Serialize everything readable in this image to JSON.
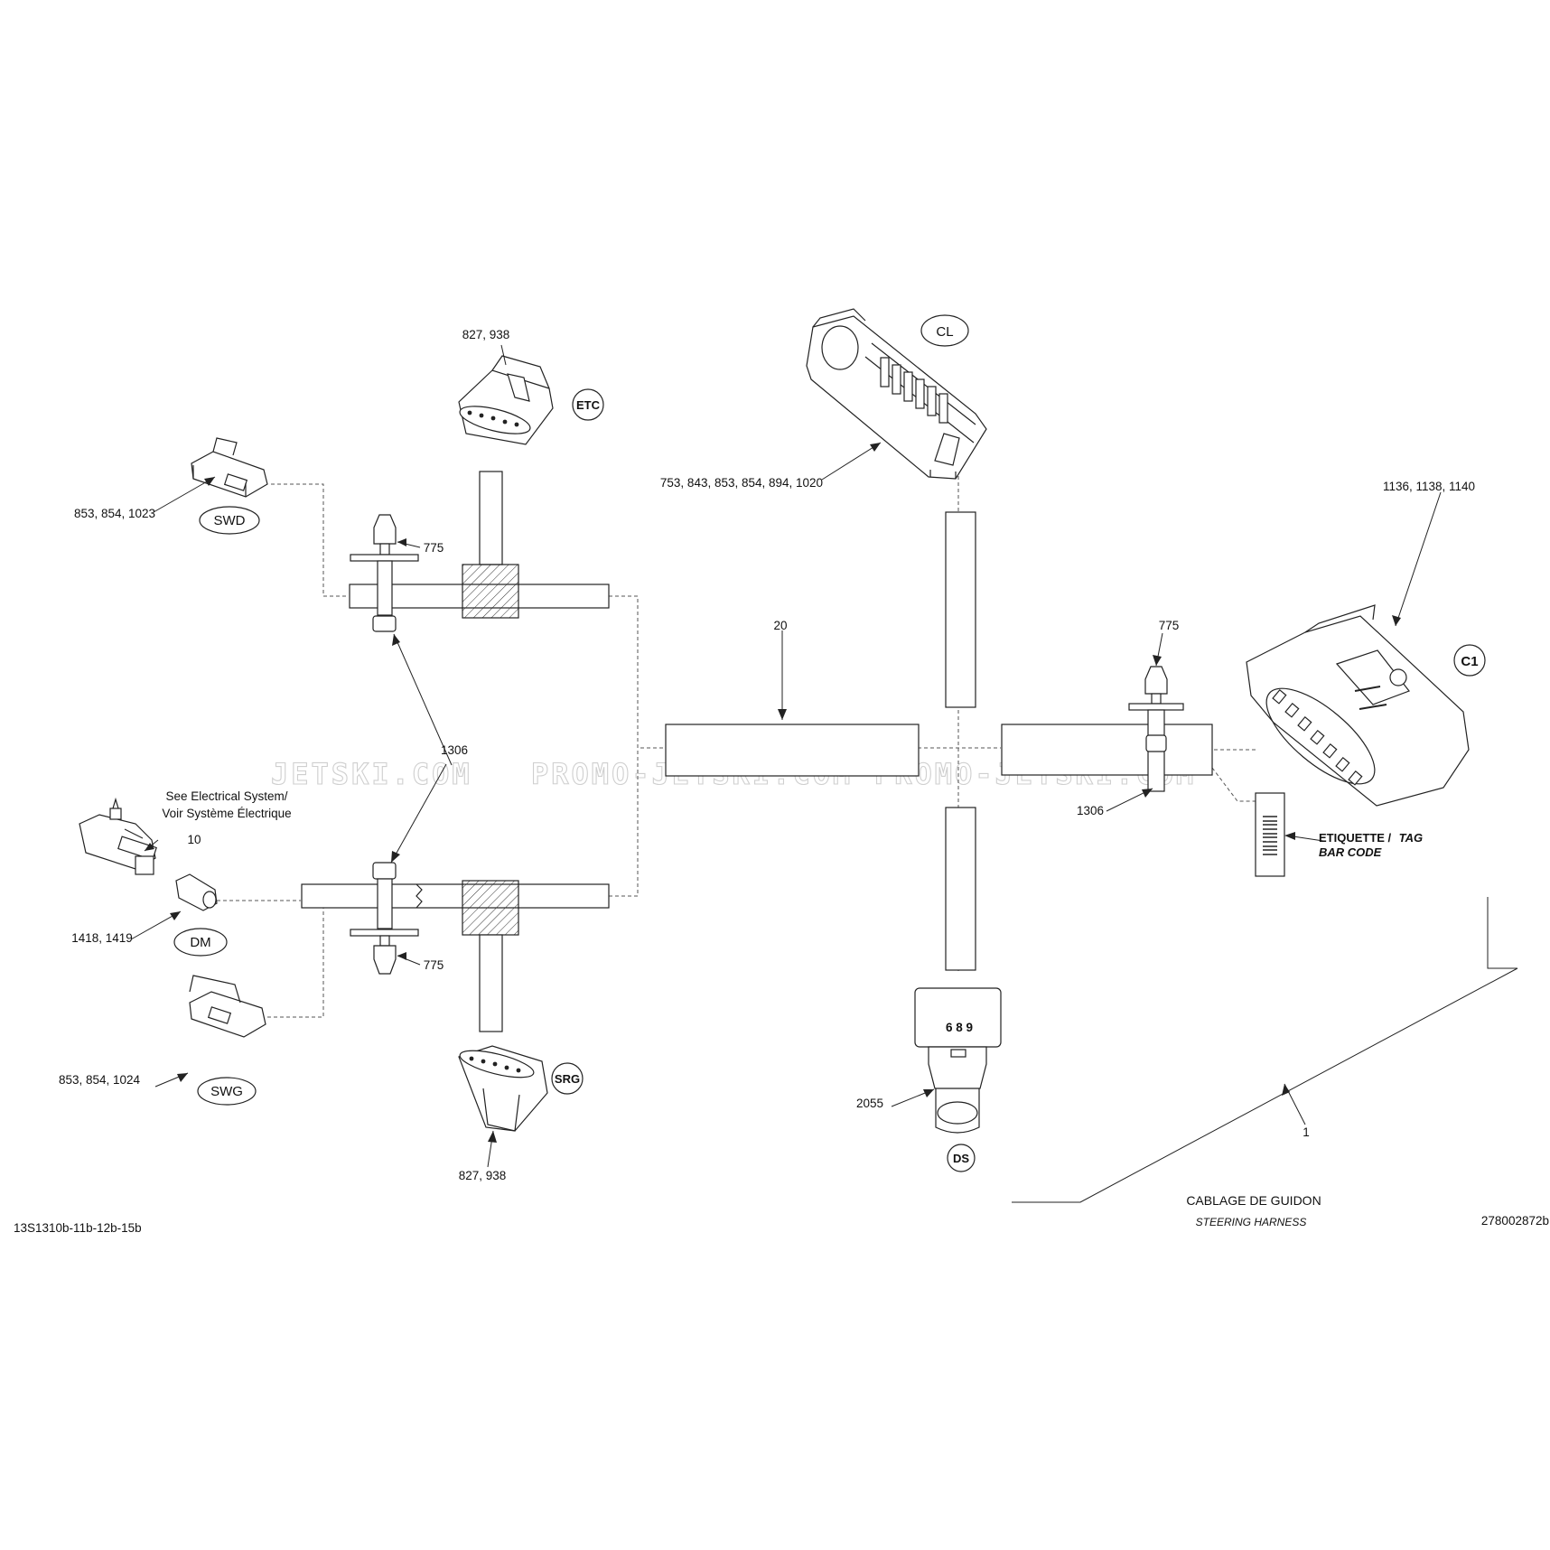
{
  "watermark": {
    "segments": [
      "JETSKI.COM",
      "PROMO-JETSKI.COM",
      "PROMO-JETSKI.COM"
    ]
  },
  "codes": {
    "swd": "SWD",
    "etc": "ETC",
    "cl": "CL",
    "c1": "C1",
    "dm": "DM",
    "swg": "SWG",
    "srg": "SRG",
    "ds": "DS"
  },
  "callouts": {
    "etc_parts": "827, 938",
    "swd_parts": "853, 854, 1023",
    "clip_top_left": "775",
    "cl_parts": "753, 843, 853, 854, 894, 1020",
    "c1_parts": "1136, 1138, 1140",
    "harness_main": "20",
    "clip_right": "775",
    "tie_left": "1306",
    "tie_right": "1306",
    "see_electrical_line1": "See Electrical System/",
    "see_electrical_line2": "Voir Système Électrique",
    "dm_switch": "10",
    "dm_parts": "1418, 1419",
    "clip_bottom_left": "775",
    "swg_parts": "853, 854, 1024",
    "srg_parts": "827, 938",
    "ds_connector": "2055",
    "ds_pins": "6  8  9",
    "assembly": "1"
  },
  "tag": {
    "line1_a": "ETIQUETTE /",
    "line1_b": "TAG",
    "line2": "BAR CODE"
  },
  "footer": {
    "model_codes": "13S1310b-11b-12b-15b",
    "title_fr": "CABLAGE DE GUIDON",
    "title_en": "STEERING HARNESS",
    "drawing_number": "278002872b"
  }
}
